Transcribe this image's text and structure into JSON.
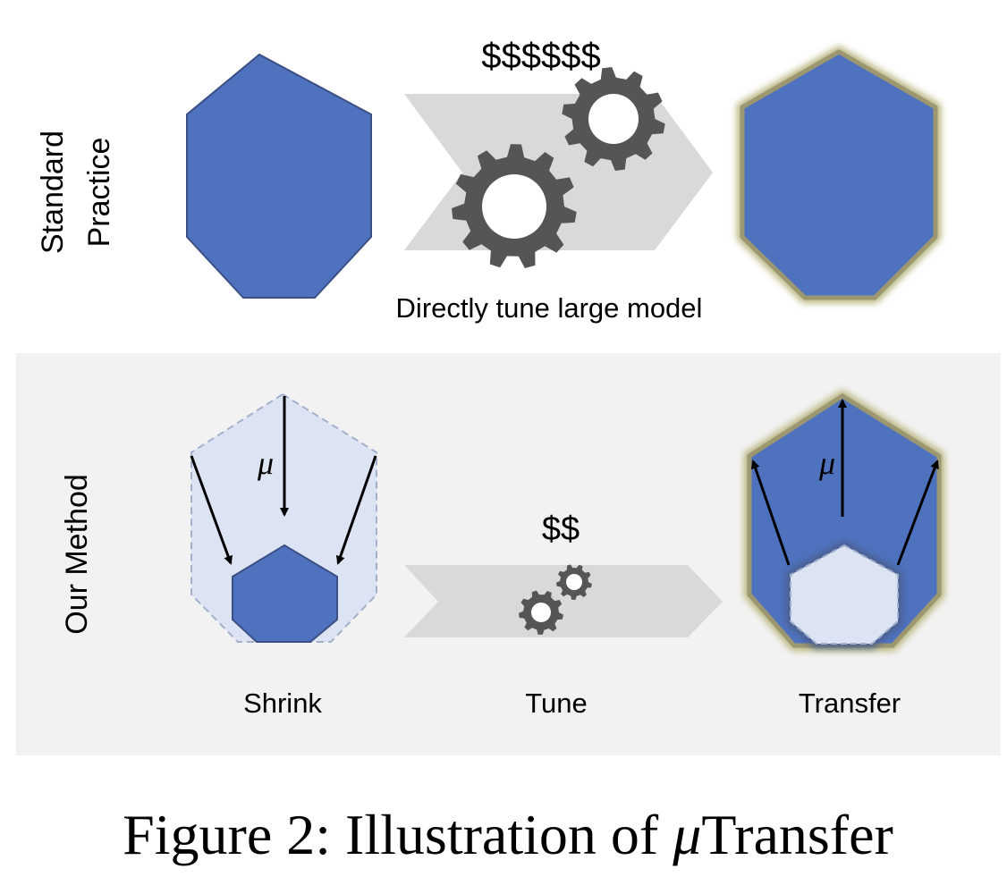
{
  "rows": {
    "standard": {
      "label_line1": "Standard",
      "label_line2": "Practice",
      "cost": "$$$$$$",
      "step_label": "Directly tune large model"
    },
    "ours": {
      "label": "Our Method",
      "cost": "$$",
      "mu": "μ",
      "steps": [
        "Shrink",
        "Tune",
        "Transfer"
      ]
    }
  },
  "caption": {
    "prefix": "Figure 2: Illustration of ",
    "mu": "μ",
    "suffix": "Transfer"
  },
  "colors": {
    "model_fill": "#4f72bf",
    "model_stroke": "#3b4f86",
    "ghost_fill": "#dce3f2",
    "ghost_stroke": "#a3b0cc",
    "glow": "#b8b37a",
    "gear": "#555555",
    "arrow_band": "#d9d9d9",
    "panel_bg": "#f2f2f2"
  },
  "icons": [
    "gear-icon",
    "arrow-icon",
    "hexagon-icon"
  ]
}
